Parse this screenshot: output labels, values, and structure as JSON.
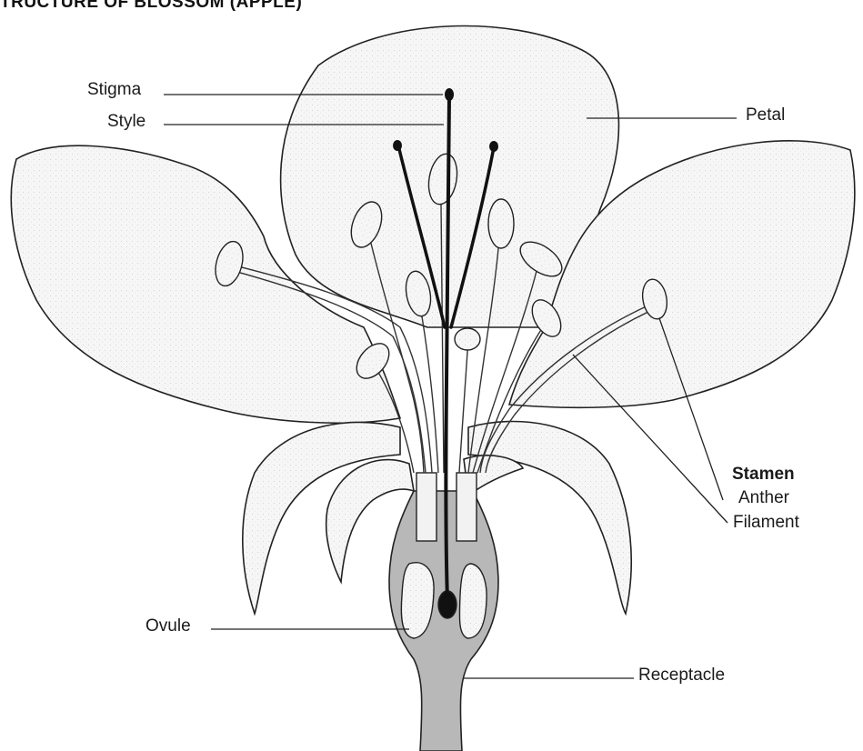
{
  "title": "TRUCTURE OF BLOSSOM (APPLE)",
  "labels": {
    "stigma": "Stigma",
    "style": "Style",
    "petal": "Petal",
    "stamen": "Stamen",
    "anther": "Anther",
    "filament": "Filament",
    "ovule": "Ovule",
    "receptacle": "Receptacle"
  },
  "colors": {
    "line": "#222222",
    "receptacle_fill": "#b8b8b8",
    "petal_fill": "#f3f3f3",
    "pistil": "#111111"
  }
}
